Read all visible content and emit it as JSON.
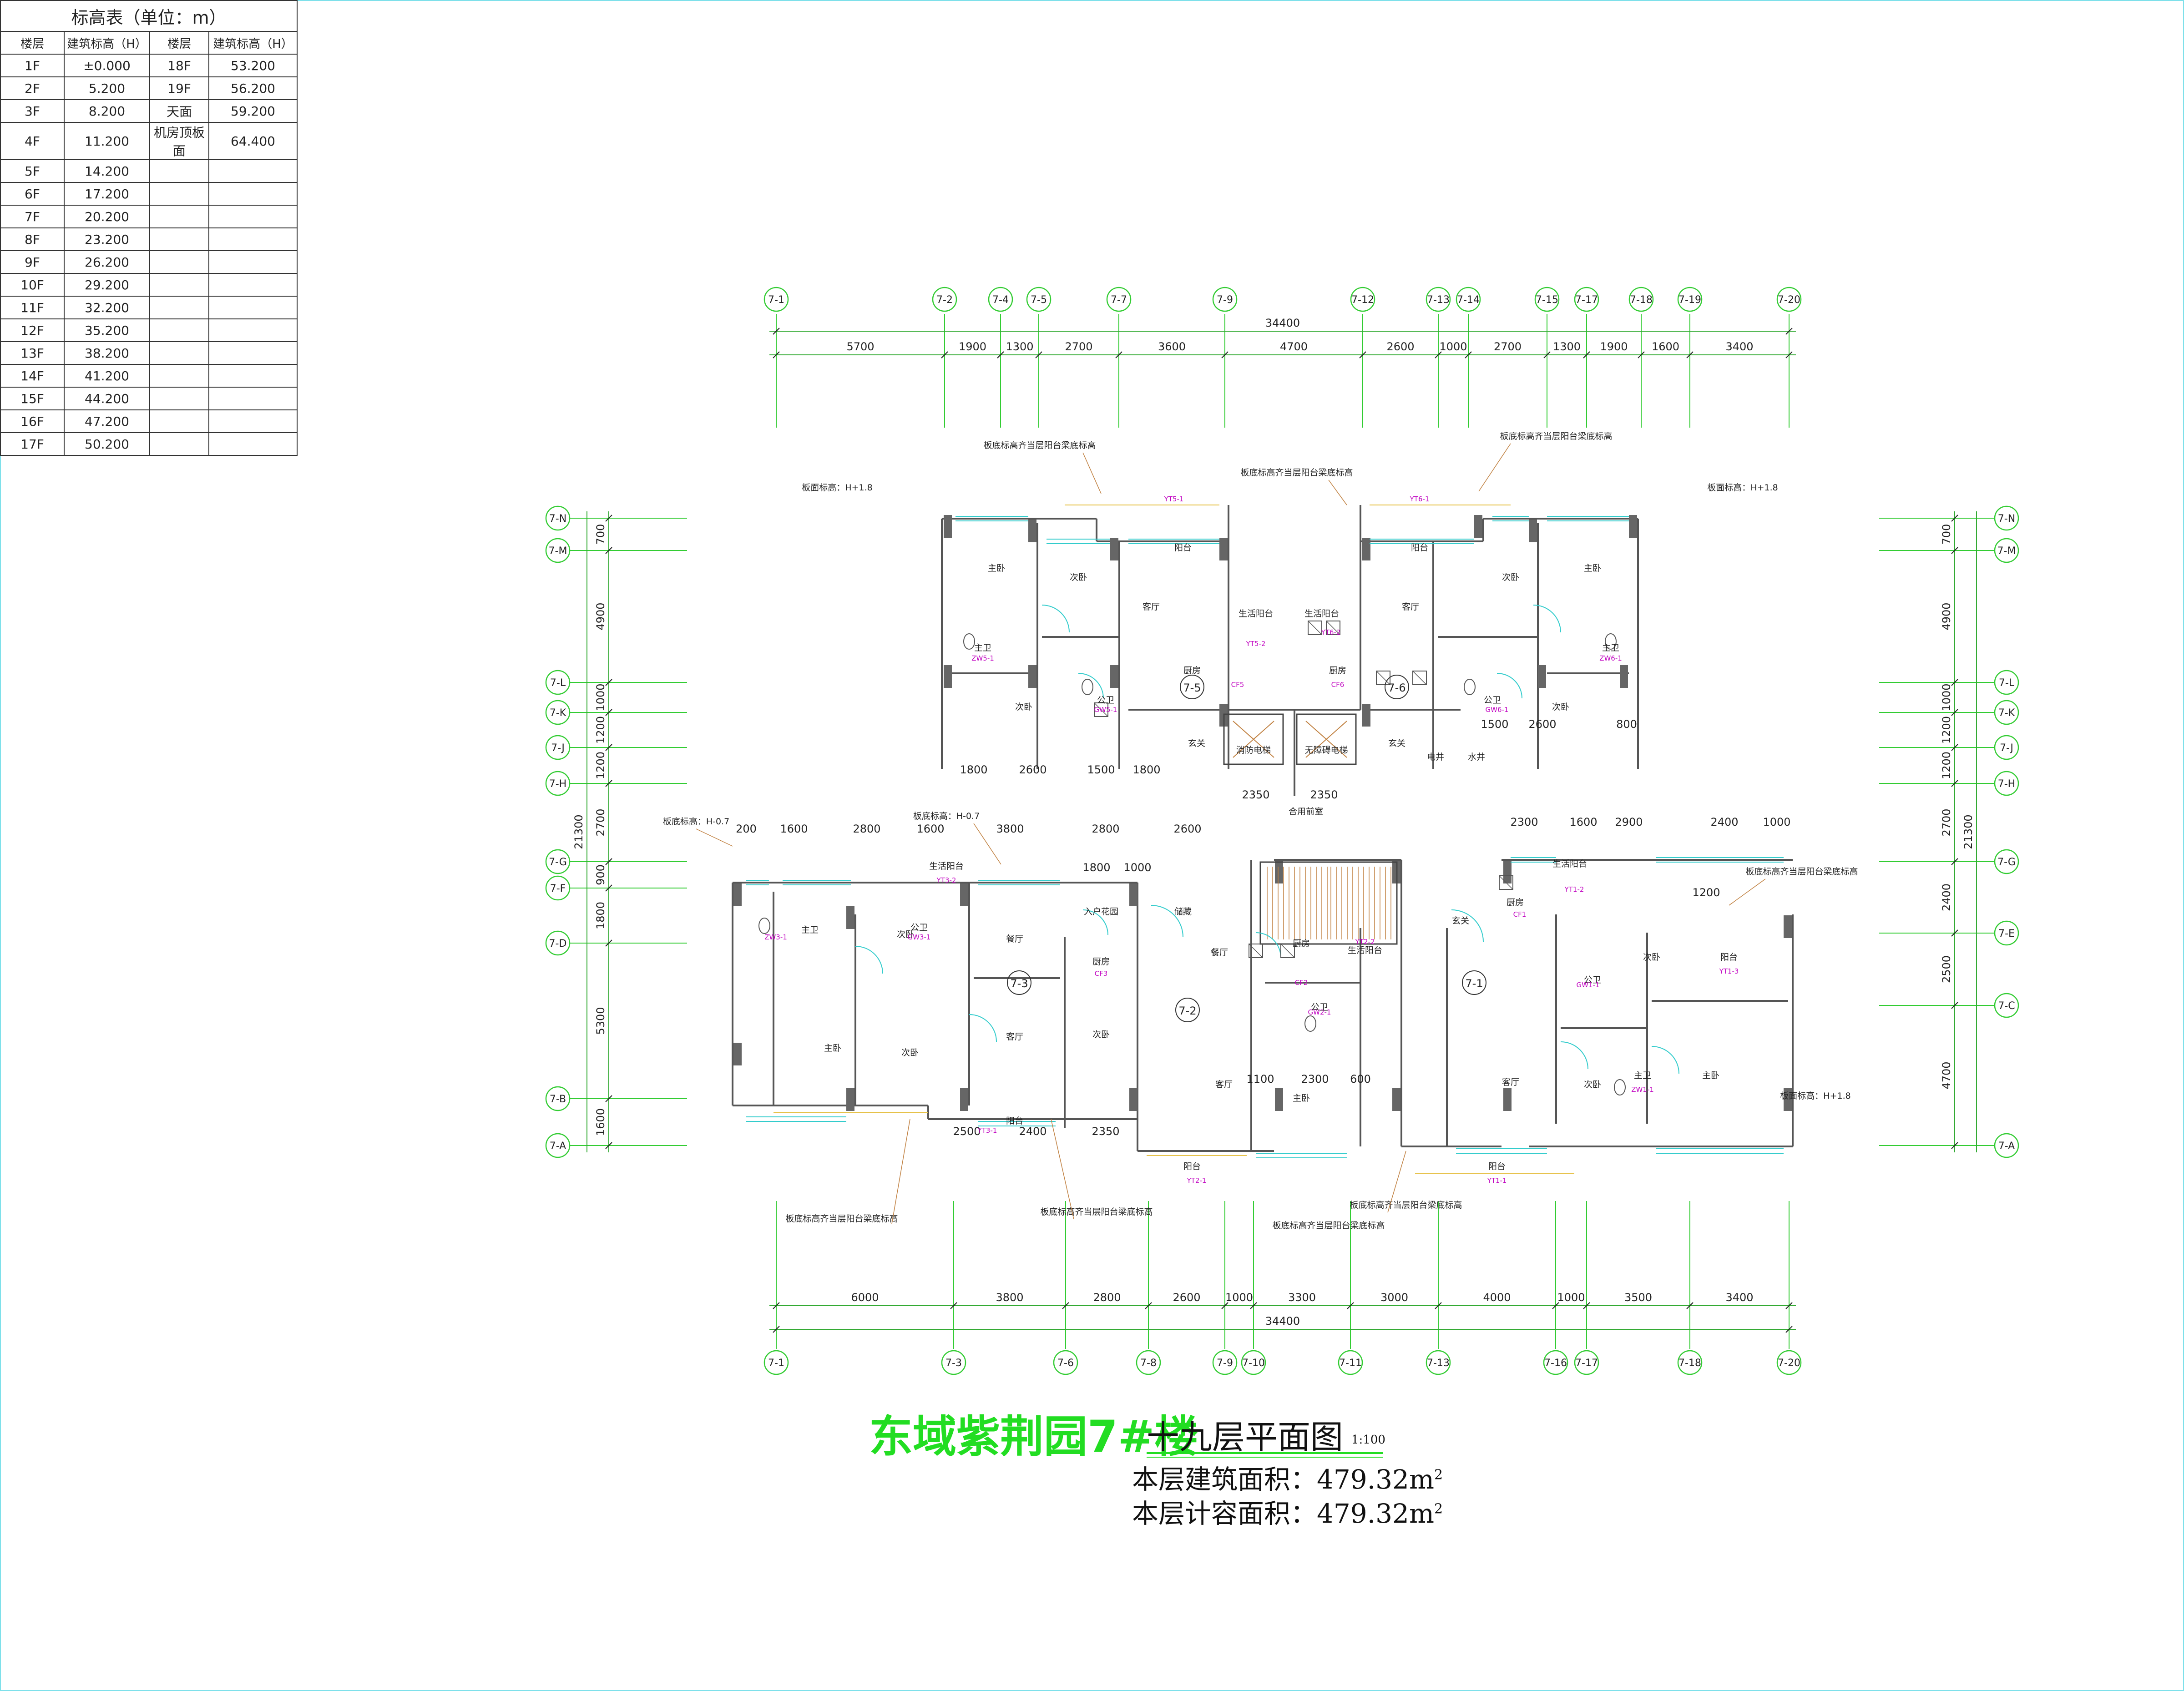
{
  "elevation_table": {
    "caption": "标高表（单位：m）",
    "headers": [
      "楼层",
      "建筑标高（H）",
      "楼层",
      "建筑标高（H）"
    ],
    "rows": [
      [
        "1F",
        "±0.000",
        "18F",
        "53.200"
      ],
      [
        "2F",
        "5.200",
        "19F",
        "56.200"
      ],
      [
        "3F",
        "8.200",
        "天面",
        "59.200"
      ],
      [
        "4F",
        "11.200",
        "机房顶板面",
        "64.400"
      ],
      [
        "5F",
        "14.200",
        "",
        ""
      ],
      [
        "6F",
        "17.200",
        "",
        ""
      ],
      [
        "7F",
        "20.200",
        "",
        ""
      ],
      [
        "8F",
        "23.200",
        "",
        ""
      ],
      [
        "9F",
        "26.200",
        "",
        ""
      ],
      [
        "10F",
        "29.200",
        "",
        ""
      ],
      [
        "11F",
        "32.200",
        "",
        ""
      ],
      [
        "12F",
        "35.200",
        "",
        ""
      ],
      [
        "13F",
        "38.200",
        "",
        ""
      ],
      [
        "14F",
        "41.200",
        "",
        ""
      ],
      [
        "15F",
        "44.200",
        "",
        ""
      ],
      [
        "16F",
        "47.200",
        "",
        ""
      ],
      [
        "17F",
        "50.200",
        "",
        ""
      ]
    ]
  },
  "plan": {
    "top_axes": [
      "7-1",
      "7-2",
      "7-4",
      "7-5",
      "7-7",
      "7-9",
      "7-12",
      "7-13",
      "7-14",
      "7-15",
      "7-17",
      "7-18",
      "7-19",
      "7-20"
    ],
    "bottom_axes": [
      "7-1",
      "7-3",
      "7-6",
      "7-8",
      "7-9",
      "7-10",
      "7-11",
      "7-13",
      "7-16",
      "7-17",
      "7-18",
      "7-20"
    ],
    "left_axes": [
      "7-N",
      "7-M",
      "7-L",
      "7-K",
      "7-J",
      "7-H",
      "7-G",
      "7-F",
      "7-D",
      "7-B",
      "7-A"
    ],
    "right_axes": [
      "7-N",
      "7-M",
      "7-L",
      "7-K",
      "7-J",
      "7-H",
      "7-G",
      "7-E",
      "7-C",
      "7-A"
    ],
    "top_total": "34400",
    "top_segments": [
      "5700",
      "1900",
      "1300",
      "2700",
      "3600",
      "4700",
      "2600",
      "1000",
      "2700",
      "1300",
      "1900",
      "1600",
      "3400"
    ],
    "bottom_total": "34400",
    "bottom_segments": [
      "6000",
      "3800",
      "2800",
      "2600",
      "1000",
      "3300",
      "3000",
      "4000",
      "1000",
      "3500",
      "3400"
    ],
    "left_total": "21300",
    "left_segments": [
      "700",
      "4900",
      "1000",
      "1200",
      "1200",
      "2700",
      "900",
      "1800",
      "5300",
      "1600"
    ],
    "right_total": "21300",
    "right_segments": [
      "700",
      "4900",
      "1000",
      "1200",
      "1200",
      "2700",
      "2400",
      "2500",
      "4700"
    ],
    "units": [
      "7-5",
      "7-6",
      "7-3",
      "7-2",
      "7-1"
    ],
    "notes": {
      "balcony_slab": "板底标高齐当层阳台梁底标高",
      "slab_h_plus": "板面标高：H+1.8",
      "slab_h_minus": "板底标高：H-0.7"
    },
    "rooms": {
      "master_bed": "主卧",
      "second_bed": "次卧",
      "living": "客厅",
      "dining": "餐厅",
      "kitchen": "厨房",
      "balcony": "阳台",
      "life_balcony": "生活阳台",
      "master_bath": "主卫",
      "public_bath": "公卫",
      "entrance": "玄关",
      "entry_garden": "入户花园",
      "elevator_lobby": "合用前室",
      "stair": "楼梯",
      "elevator_fire": "消防电梯",
      "elevator_barrier_free": "无障碍电梯",
      "electric_well": "电井",
      "water_well": "水井",
      "storage": "储藏"
    },
    "interior_dims": [
      "1800",
      "2600",
      "1500",
      "1800",
      "2350",
      "2350",
      "2300",
      "1600",
      "2900",
      "2400",
      "1000",
      "200",
      "1600",
      "2800",
      "1600",
      "3800",
      "2800",
      "2600",
      "1800",
      "1000",
      "1200",
      "1100",
      "2300",
      "600",
      "2500",
      "2400",
      "2350",
      "1500",
      "2600",
      "800"
    ]
  },
  "title": {
    "main": "东域紫荆园7#楼",
    "sub": "十九层平面图",
    "scale": "1:100",
    "gross_area_label": "本层建筑面积：479.32m",
    "far_area_label": "本层计容面积：479.32m",
    "area_sup": "2"
  },
  "colors": {
    "axis_line": "#33cc33",
    "wall": "#555555",
    "window": "#33cccc",
    "door": "#33cccc",
    "tag": "#c000c0",
    "title_green": "#22dd22",
    "balcony_line": "#e6c24a",
    "frame": "#7ee0ea"
  }
}
